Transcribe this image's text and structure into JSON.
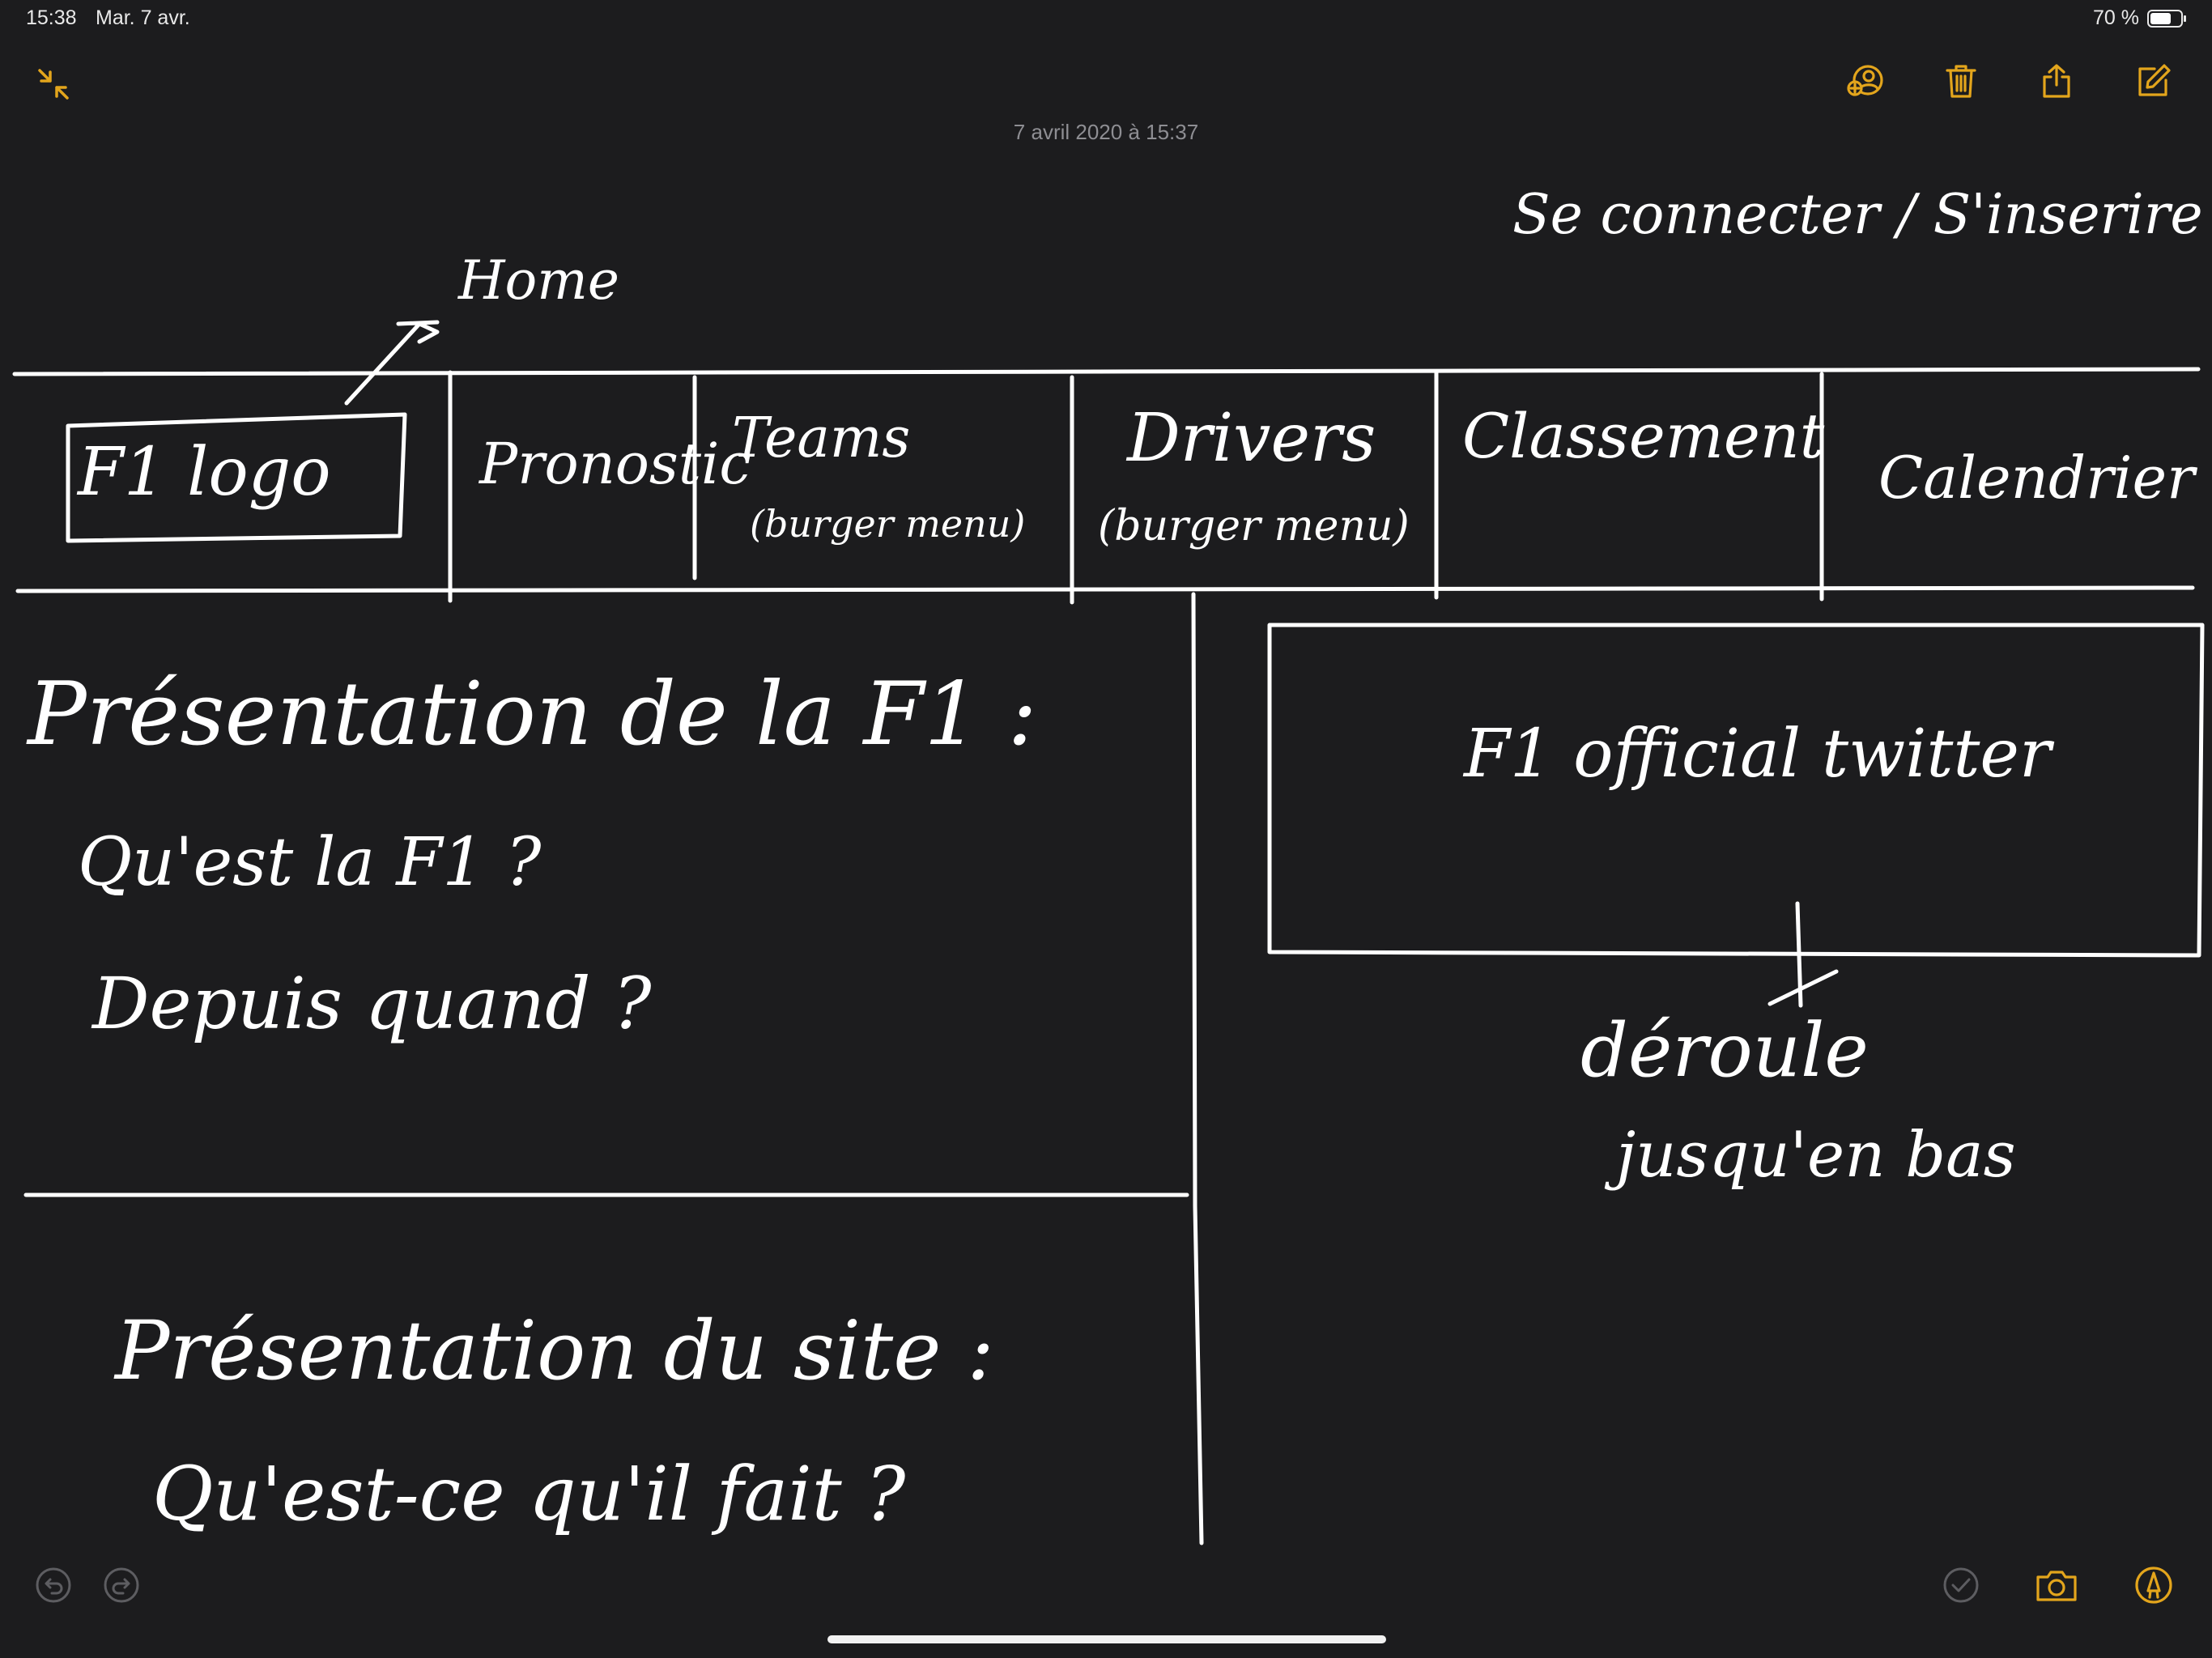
{
  "status_bar": {
    "time": "15:38",
    "date": "Mar. 7 avr.",
    "battery": "70 %",
    "battery_level": 0.7
  },
  "note": {
    "date": "7 avril 2020 à 15:37"
  },
  "toolbar": {
    "collapse_icon": "collapse-arrows-icon",
    "add_people_icon": "add-people-icon",
    "trash_icon": "trash-icon",
    "share_icon": "share-icon",
    "compose_icon": "compose-icon",
    "accent": "#e3a51c"
  },
  "sketch": {
    "login": "Se connecter / S'inserire",
    "home": "Home",
    "nav": {
      "logo": "F1 logo",
      "pronostic": "Pronostic",
      "teams": "Teams",
      "teams_sub": "(burger menu)",
      "drivers": "Drivers",
      "drivers_sub": "(burger menu)",
      "classement": "Classement",
      "calendrier": "Calendrier"
    },
    "section1": {
      "title": "Présentation de la F1 :",
      "q1": "Qu'est la F1 ?",
      "q2": "Depuis quand ?"
    },
    "twitter": "F1 official twitter",
    "scroll_note_1": "déroule",
    "scroll_note_2": "jusqu'en bas",
    "section2": {
      "title": "Présentation du site :",
      "q1": "Qu'est-ce qu'il fait ?"
    }
  },
  "bottom_bar": {
    "undo_icon": "undo-icon",
    "redo_icon": "redo-icon",
    "checklist_icon": "checklist-icon",
    "camera_icon": "camera-icon",
    "markup_icon": "markup-pen-icon"
  }
}
